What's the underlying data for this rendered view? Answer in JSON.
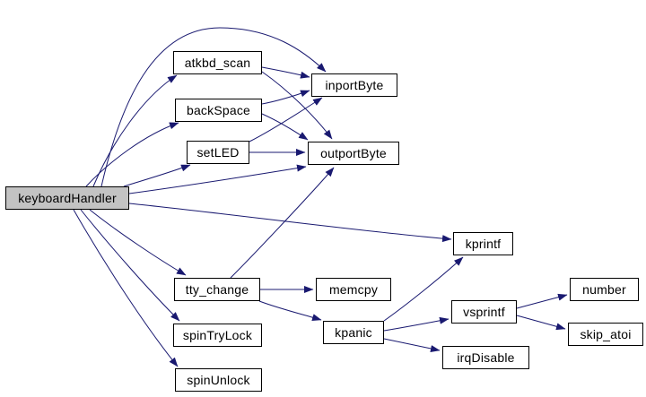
{
  "diagram": {
    "kind": "call-graph",
    "colors": {
      "edge": "#191970",
      "node_border": "#000000",
      "node_fill": "#ffffff",
      "root_fill": "#c3c3c3",
      "background": "#ffffff",
      "text": "#000000"
    },
    "nodes": [
      {
        "id": "keyboardHandler",
        "label": "keyboardHandler",
        "root": true
      },
      {
        "id": "atkbd_scan",
        "label": "atkbd_scan",
        "root": false
      },
      {
        "id": "backSpace",
        "label": "backSpace",
        "root": false
      },
      {
        "id": "setLED",
        "label": "setLED",
        "root": false
      },
      {
        "id": "inportByte",
        "label": "inportByte",
        "root": false
      },
      {
        "id": "outportByte",
        "label": "outportByte",
        "root": false
      },
      {
        "id": "kprintf",
        "label": "kprintf",
        "root": false
      },
      {
        "id": "tty_change",
        "label": "tty_change",
        "root": false
      },
      {
        "id": "memcpy",
        "label": "memcpy",
        "root": false
      },
      {
        "id": "spinTryLock",
        "label": "spinTryLock",
        "root": false
      },
      {
        "id": "spinUnlock",
        "label": "spinUnlock",
        "root": false
      },
      {
        "id": "kpanic",
        "label": "kpanic",
        "root": false
      },
      {
        "id": "vsprintf",
        "label": "vsprintf",
        "root": false
      },
      {
        "id": "irqDisable",
        "label": "irqDisable",
        "root": false
      },
      {
        "id": "number",
        "label": "number",
        "root": false
      },
      {
        "id": "skip_atoi",
        "label": "skip_atoi",
        "root": false
      }
    ],
    "edges": [
      {
        "from": "keyboardHandler",
        "to": "atkbd_scan"
      },
      {
        "from": "keyboardHandler",
        "to": "backSpace"
      },
      {
        "from": "keyboardHandler",
        "to": "setLED"
      },
      {
        "from": "keyboardHandler",
        "to": "inportByte"
      },
      {
        "from": "keyboardHandler",
        "to": "outportByte"
      },
      {
        "from": "keyboardHandler",
        "to": "kprintf"
      },
      {
        "from": "keyboardHandler",
        "to": "tty_change"
      },
      {
        "from": "keyboardHandler",
        "to": "spinTryLock"
      },
      {
        "from": "keyboardHandler",
        "to": "spinUnlock"
      },
      {
        "from": "atkbd_scan",
        "to": "inportByte"
      },
      {
        "from": "atkbd_scan",
        "to": "outportByte"
      },
      {
        "from": "backSpace",
        "to": "inportByte"
      },
      {
        "from": "backSpace",
        "to": "outportByte"
      },
      {
        "from": "setLED",
        "to": "inportByte"
      },
      {
        "from": "setLED",
        "to": "outportByte"
      },
      {
        "from": "tty_change",
        "to": "outportByte"
      },
      {
        "from": "tty_change",
        "to": "memcpy"
      },
      {
        "from": "tty_change",
        "to": "kpanic"
      },
      {
        "from": "kpanic",
        "to": "kprintf"
      },
      {
        "from": "kpanic",
        "to": "vsprintf"
      },
      {
        "from": "kpanic",
        "to": "irqDisable"
      },
      {
        "from": "vsprintf",
        "to": "number"
      },
      {
        "from": "vsprintf",
        "to": "skip_atoi"
      }
    ]
  }
}
